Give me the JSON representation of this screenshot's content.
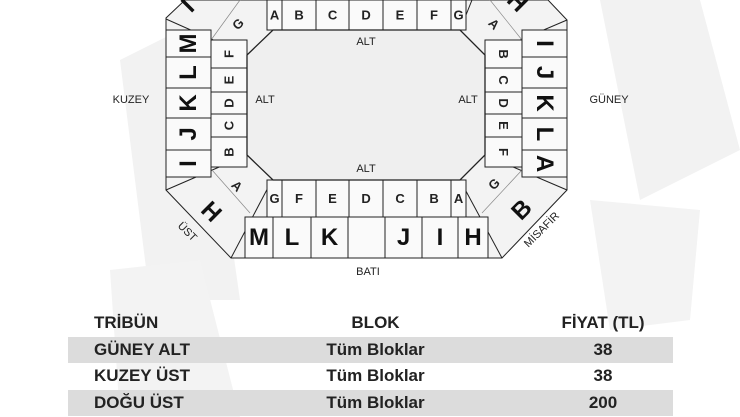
{
  "stadium": {
    "stands": {
      "north": "KUZEY",
      "south": "GÜNEY",
      "west": "BATI",
      "upper": "ÜST",
      "away": "MİSAFİR"
    },
    "lower_label": "ALT",
    "top_lower_blocks": [
      "A",
      "B",
      "C",
      "D",
      "E",
      "F",
      "G"
    ],
    "bottom_lower_blocks": [
      "G",
      "F",
      "E",
      "D",
      "C",
      "B",
      "A"
    ],
    "bottom_upper_blocks": [
      "M",
      "L",
      "K",
      "",
      "J",
      "I",
      "H"
    ],
    "left_lower_blocks": [
      "B",
      "C",
      "D",
      "E",
      "F"
    ],
    "left_upper_blocks": [
      "I",
      "J",
      "K",
      "L",
      "M"
    ],
    "right_lower_blocks": [
      "B",
      "C",
      "D",
      "E",
      "F"
    ],
    "right_upper_blocks": [
      "I",
      "J",
      "K",
      "L",
      "A"
    ],
    "corners": {
      "top_left_lower": "G",
      "top_left_upper": "I",
      "top_right_lower": "A",
      "top_right_upper": "H",
      "bottom_left_lower": "A",
      "bottom_left_upper": "H",
      "bottom_right_lower": "G",
      "bottom_right_upper": "B"
    }
  },
  "prices": {
    "headers": [
      "TRİBÜN",
      "BLOK",
      "FİYAT (TL)"
    ],
    "rows": [
      [
        "GÜNEY ALT",
        "Tüm Bloklar",
        "38"
      ],
      [
        "KUZEY ÜST",
        "Tüm Bloklar",
        "38"
      ],
      [
        "DOĞU ÜST",
        "Tüm Bloklar",
        "200"
      ]
    ]
  }
}
